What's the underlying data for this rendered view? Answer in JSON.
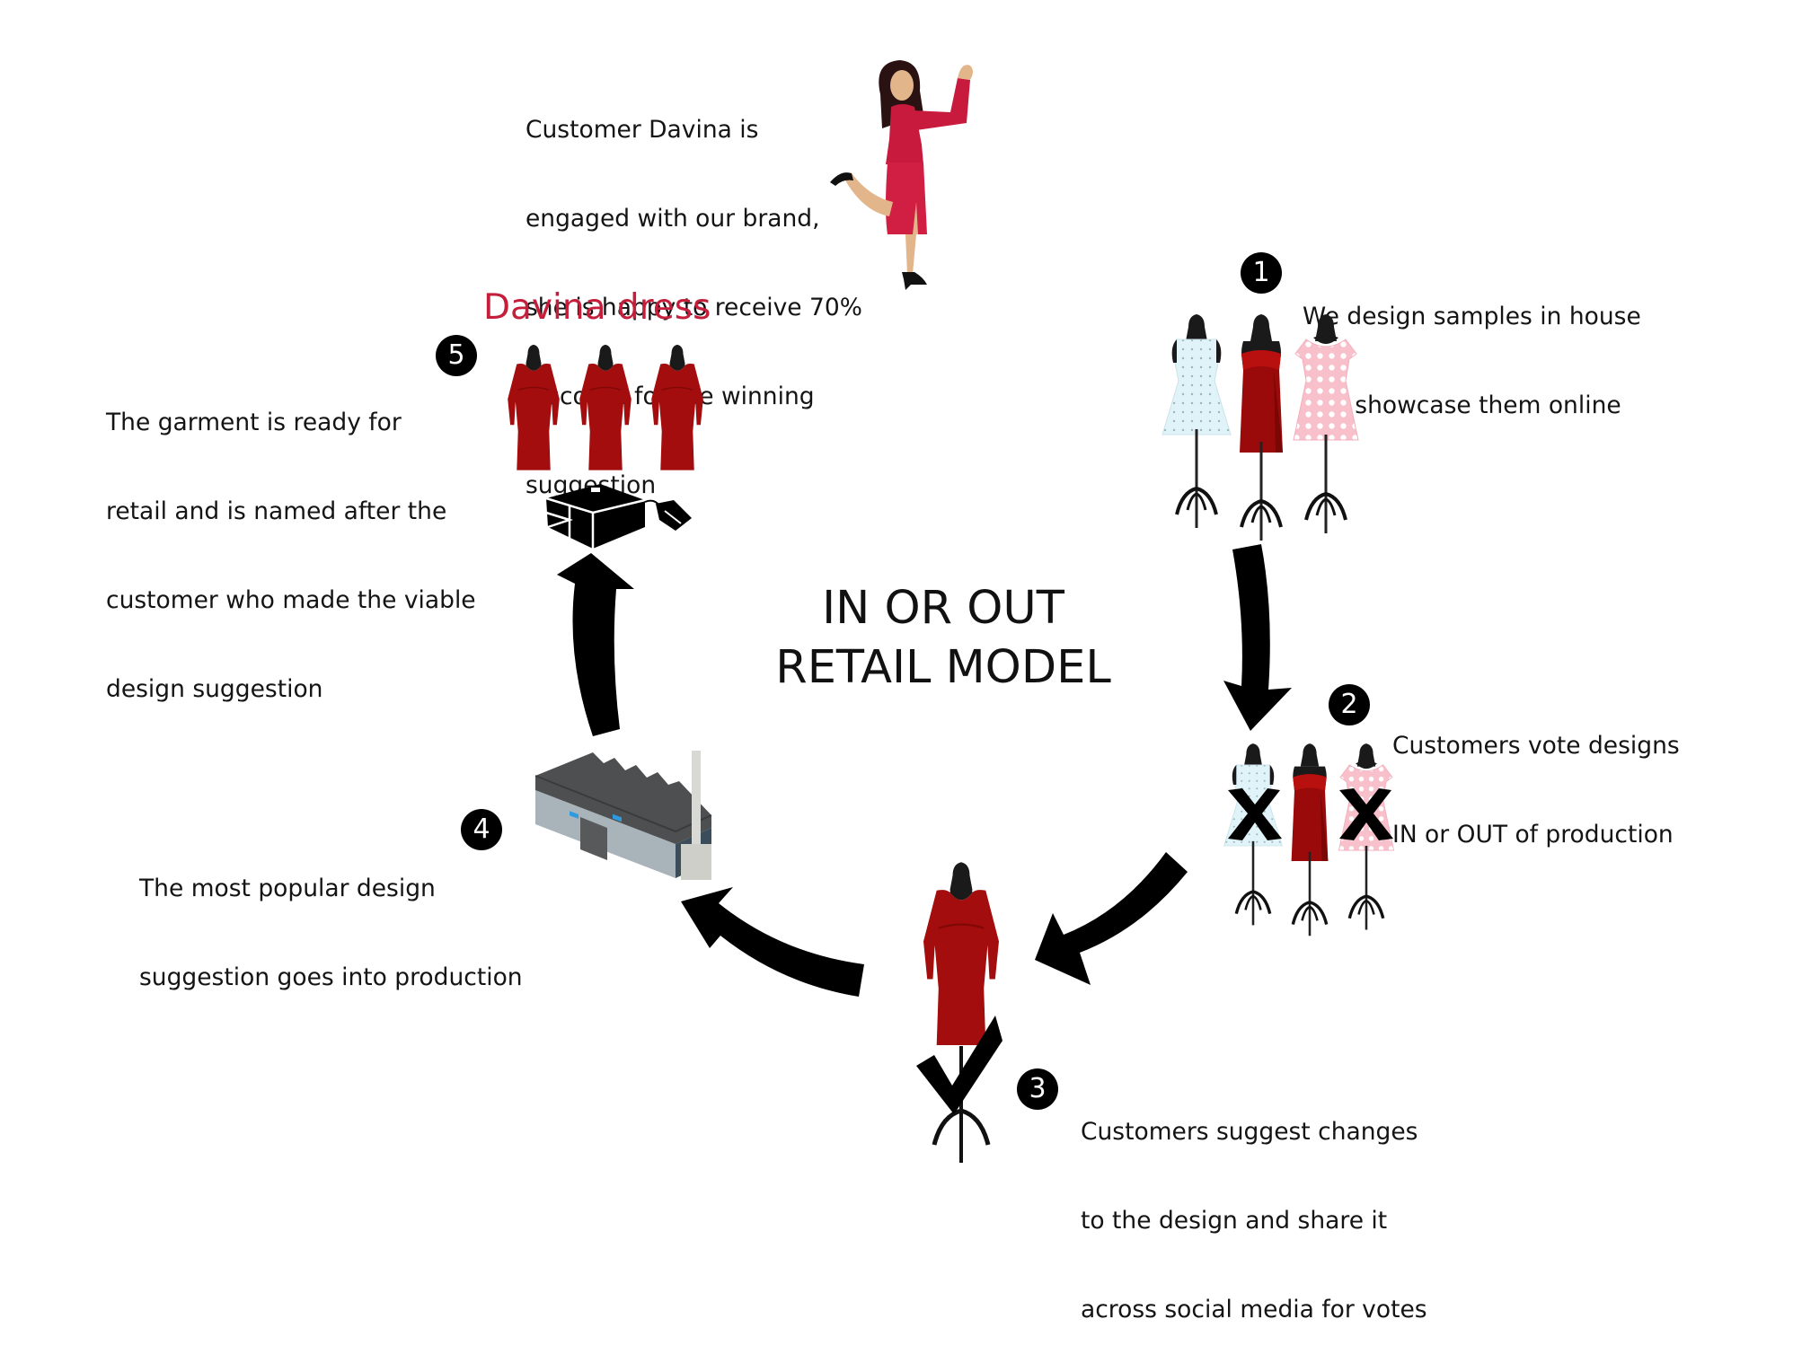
{
  "diagram": {
    "title_line1": "IN OR OUT",
    "title_line2": "RETAIL MODEL",
    "customer_note": {
      "lines": [
        "Customer Davina is",
        "engaged with our brand,",
        "she is happy to receive 70%",
        "discount for the winning",
        "suggestion"
      ],
      "illustration": "dancing-woman-in-red-suit"
    },
    "product_name": "Davina dress",
    "colors": {
      "accent_red": "#c41e3a",
      "dress_red": "#9b0a0a",
      "badge": "#000000",
      "text": "#141414"
    },
    "steps": [
      {
        "number": "1",
        "lines": [
          "We design samples in house",
          "and showcase them online"
        ],
        "illustration": "three-dresses-on-mannequins"
      },
      {
        "number": "2",
        "lines": [
          "Customers vote designs",
          "IN or OUT of production"
        ],
        "illustration": "three-dresses-two-crossed-out"
      },
      {
        "number": "3",
        "lines": [
          "Customers suggest changes",
          "to the design and share it",
          "across social media for votes"
        ],
        "illustration": "red-dress-with-checkmark"
      },
      {
        "number": "4",
        "lines": [
          "The most popular design",
          "suggestion goes into production"
        ],
        "illustration": "factory"
      },
      {
        "number": "5",
        "lines": [
          "The garment is ready for",
          "retail and is named after the",
          "customer who made the viable",
          "design suggestion"
        ],
        "illustration": "three-red-dresses-and-package"
      }
    ]
  }
}
